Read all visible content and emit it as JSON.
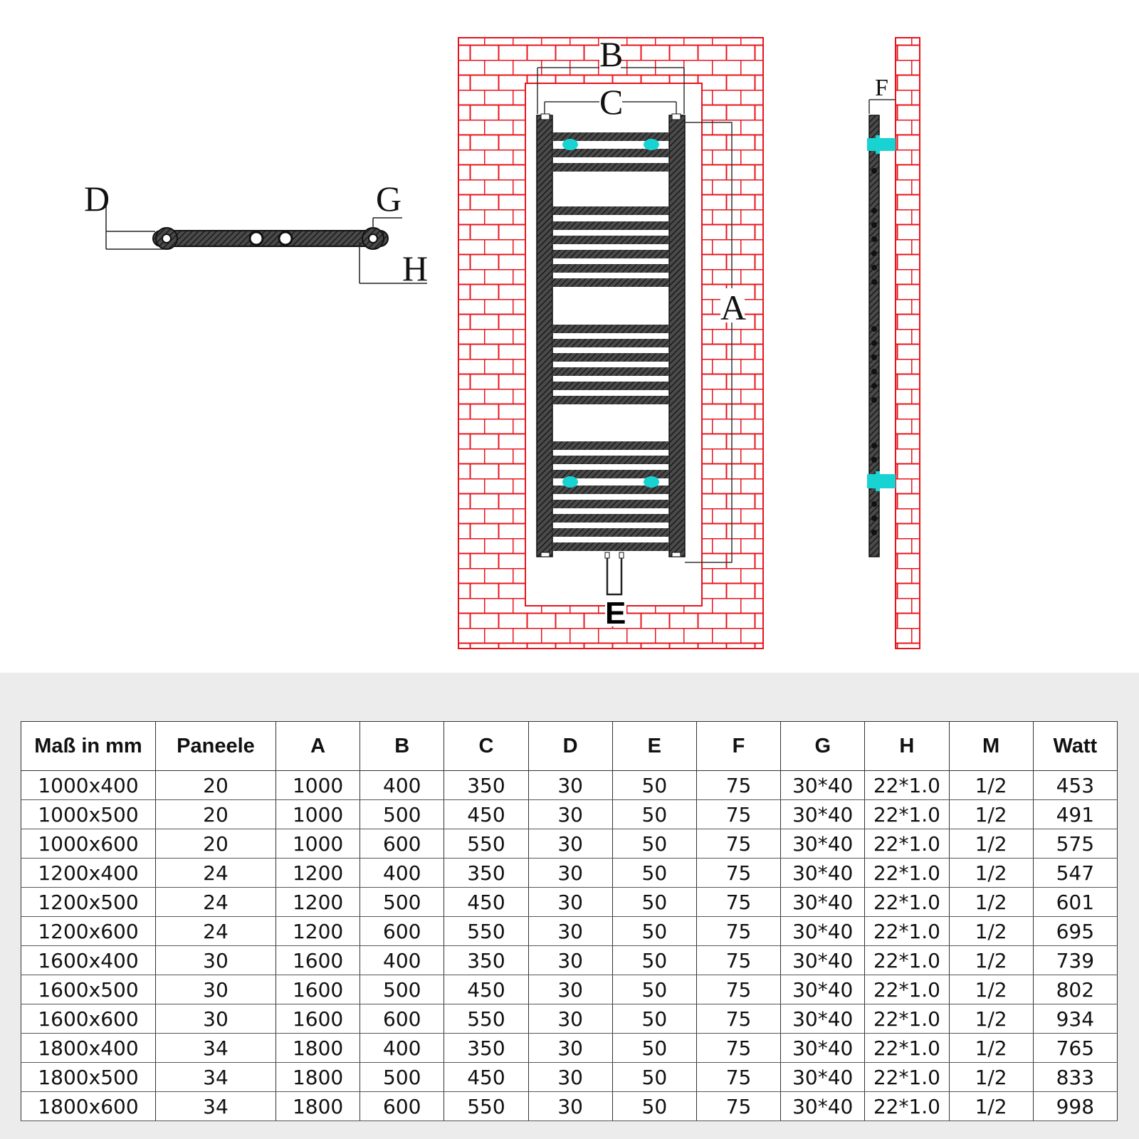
{
  "diagram": {
    "top_view_labels": {
      "d": "D",
      "g": "G",
      "h": "H"
    },
    "front_view_labels": {
      "a": "A",
      "b": "B",
      "c": "C",
      "e": "E"
    },
    "side_view_labels": {
      "f": "F"
    },
    "colors": {
      "brick": "#e8141c",
      "radiator": "#3a3a3a",
      "connector": "#19d3d3"
    }
  },
  "table": {
    "headers": [
      "Maß in mm",
      "Paneele",
      "A",
      "B",
      "C",
      "D",
      "E",
      "F",
      "G",
      "H",
      "M",
      "Watt"
    ],
    "rows": [
      [
        "1000x400",
        "20",
        "1000",
        "400",
        "350",
        "30",
        "50",
        "75",
        "30*40",
        "22*1.0",
        "1/2",
        "453"
      ],
      [
        "1000x500",
        "20",
        "1000",
        "500",
        "450",
        "30",
        "50",
        "75",
        "30*40",
        "22*1.0",
        "1/2",
        "491"
      ],
      [
        "1000x600",
        "20",
        "1000",
        "600",
        "550",
        "30",
        "50",
        "75",
        "30*40",
        "22*1.0",
        "1/2",
        "575"
      ],
      [
        "1200x400",
        "24",
        "1200",
        "400",
        "350",
        "30",
        "50",
        "75",
        "30*40",
        "22*1.0",
        "1/2",
        "547"
      ],
      [
        "1200x500",
        "24",
        "1200",
        "500",
        "450",
        "30",
        "50",
        "75",
        "30*40",
        "22*1.0",
        "1/2",
        "601"
      ],
      [
        "1200x600",
        "24",
        "1200",
        "600",
        "550",
        "30",
        "50",
        "75",
        "30*40",
        "22*1.0",
        "1/2",
        "695"
      ],
      [
        "1600x400",
        "30",
        "1600",
        "400",
        "350",
        "30",
        "50",
        "75",
        "30*40",
        "22*1.0",
        "1/2",
        "739"
      ],
      [
        "1600x500",
        "30",
        "1600",
        "500",
        "450",
        "30",
        "50",
        "75",
        "30*40",
        "22*1.0",
        "1/2",
        "802"
      ],
      [
        "1600x600",
        "30",
        "1600",
        "600",
        "550",
        "30",
        "50",
        "75",
        "30*40",
        "22*1.0",
        "1/2",
        "934"
      ],
      [
        "1800x400",
        "34",
        "1800",
        "400",
        "350",
        "30",
        "50",
        "75",
        "30*40",
        "22*1.0",
        "1/2",
        "765"
      ],
      [
        "1800x500",
        "34",
        "1800",
        "500",
        "450",
        "30",
        "50",
        "75",
        "30*40",
        "22*1.0",
        "1/2",
        "833"
      ],
      [
        "1800x600",
        "34",
        "1800",
        "600",
        "550",
        "30",
        "50",
        "75",
        "30*40",
        "22*1.0",
        "1/2",
        "998"
      ]
    ]
  }
}
